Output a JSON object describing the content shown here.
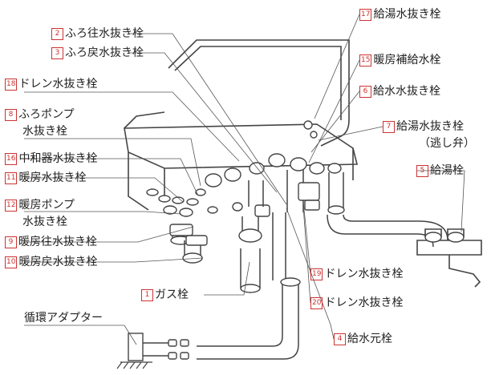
{
  "labels": {
    "l2": {
      "num": "2",
      "text": "ふろ往水抜き栓"
    },
    "l3": {
      "num": "3",
      "text": "ふろ戻水抜き栓"
    },
    "l18": {
      "num": "18",
      "text": "ドレン水抜き栓"
    },
    "l8": {
      "num": "8",
      "text": "ふろポンプ",
      "line2": "水抜き栓"
    },
    "l16": {
      "num": "16",
      "text": "中和器水抜き栓"
    },
    "l11": {
      "num": "11",
      "text": "暖房水抜き栓"
    },
    "l12": {
      "num": "12",
      "text": "暖房ポンプ",
      "line2": "水抜き栓"
    },
    "l9": {
      "num": "9",
      "text": "暖房往水抜き栓"
    },
    "l10": {
      "num": "10",
      "text": "暖房戻水抜き栓"
    },
    "l1": {
      "num": "1",
      "text": "ガス栓"
    },
    "l17": {
      "num": "17",
      "text": "給湯水抜き栓"
    },
    "l15": {
      "num": "15",
      "text": "暖房補給水栓"
    },
    "l6": {
      "num": "6",
      "text": "給水水抜き栓"
    },
    "l7": {
      "num": "7",
      "text": "給湯水抜き栓",
      "line2": "（逃し弁）"
    },
    "l5": {
      "num": "5",
      "text": "給湯栓"
    },
    "l19": {
      "num": "19",
      "text": "ドレン水抜き栓"
    },
    "l20": {
      "num": "20",
      "text": "ドレン水抜き栓"
    },
    "l4": {
      "num": "4",
      "text": "給水元栓"
    },
    "adapter": {
      "text": "循環アダプター"
    }
  }
}
